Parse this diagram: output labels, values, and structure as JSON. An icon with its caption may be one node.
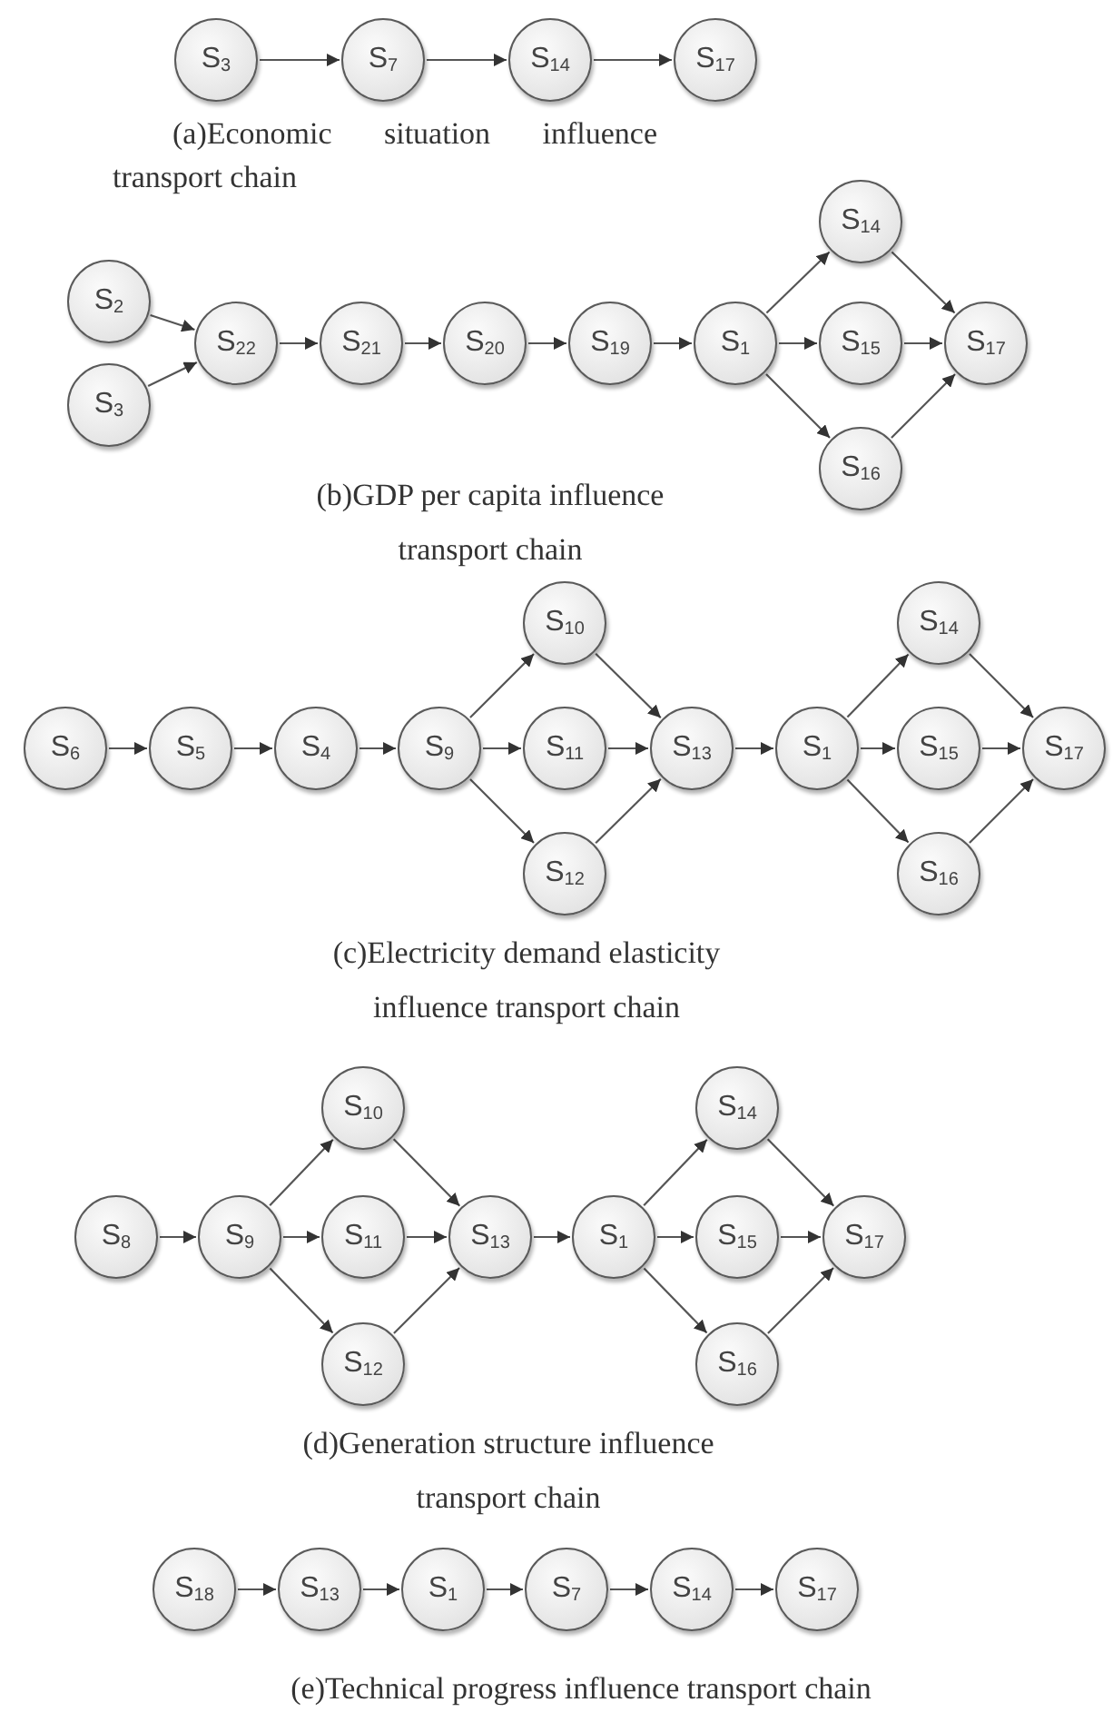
{
  "diagram": {
    "nodes": [
      {
        "text": [
          "S$_{3}$"
        ]
      },
      {
        "text": [
          "S$_{7}$"
        ]
      },
      {
        "text": [
          "S$_{14}$"
        ]
      },
      {
        "text": [
          "S$_{17}$"
        ]
      },
      {
        "text": [
          "S$_{2}$"
        ]
      },
      {
        "text": [
          "S$_{3}$"
        ]
      },
      {
        "text": [
          "S$_{22}$"
        ]
      },
      {
        "text": [
          "S$_{21}$"
        ]
      },
      {
        "text": [
          "S$_{20}$"
        ]
      },
      {
        "text": [
          "S$_{19}$"
        ]
      },
      {
        "text": [
          "S$_{1}$"
        ]
      },
      {
        "text": [
          "S$_{14}$"
        ]
      },
      {
        "text": [
          "S$_{15}$"
        ]
      },
      {
        "text": [
          "S$_{16}$"
        ]
      },
      {
        "text": [
          "S$_{17}$"
        ]
      },
      {
        "text": [
          "S$_{6}$"
        ]
      },
      {
        "text": [
          "S$_{5}$"
        ]
      },
      {
        "text": [
          "S$_{4}$"
        ]
      },
      {
        "text": [
          "S$_{9}$"
        ]
      },
      {
        "text": [
          "S$_{10}$"
        ]
      },
      {
        "text": [
          "S$_{11}$"
        ]
      },
      {
        "text": [
          "S$_{12}$"
        ]
      },
      {
        "text": [
          "S$_{13}$"
        ]
      },
      {
        "text": [
          "S$_{1}$"
        ]
      },
      {
        "text": [
          "S$_{14}$"
        ]
      },
      {
        "text": [
          "S$_{15}$"
        ]
      },
      {
        "text": [
          "S$_{16}$"
        ]
      },
      {
        "text": [
          "S$_{17}$"
        ]
      },
      {
        "text": [
          "S$_{8}$"
        ]
      },
      {
        "text": [
          "S$_{9}$"
        ]
      },
      {
        "text": [
          "S$_{10}$"
        ]
      },
      {
        "text": [
          "S$_{11}$"
        ]
      },
      {
        "text": [
          "S$_{12}$"
        ]
      },
      {
        "text": [
          "S$_{13}$"
        ]
      },
      {
        "text": [
          "S$_{1}$"
        ]
      },
      {
        "text": [
          "S$_{14}$"
        ]
      },
      {
        "text": [
          "S$_{15}$"
        ]
      },
      {
        "text": [
          "S$_{16}$"
        ]
      },
      {
        "text": [
          "S$_{17}$"
        ]
      },
      {
        "text": [
          "S$_{18}$"
        ]
      },
      {
        "text": [
          "S$_{13}$"
        ]
      },
      {
        "text": [
          "S$_{1}$"
        ]
      },
      {
        "text": [
          "S$_{7}$"
        ]
      },
      {
        "text": [
          "S$_{14}$"
        ]
      },
      {
        "text": [
          "S$_{17}$"
        ]
      }
    ],
    "edges": [
      {
        "from": 0,
        "to": 1,
        "arrow": "to"
      },
      {
        "from": 1,
        "to": 2,
        "arrow": "to"
      },
      {
        "from": 2,
        "to": 3,
        "arrow": "to"
      },
      {
        "from": 4,
        "to": 6,
        "arrow": "to"
      },
      {
        "from": 5,
        "to": 6,
        "arrow": "to"
      },
      {
        "from": 6,
        "to": 7,
        "arrow": "to"
      },
      {
        "from": 7,
        "to": 8,
        "arrow": "to"
      },
      {
        "from": 8,
        "to": 9,
        "arrow": "to"
      },
      {
        "from": 9,
        "to": 10,
        "arrow": "to"
      },
      {
        "from": 10,
        "to": 11,
        "arrow": "to"
      },
      {
        "from": 10,
        "to": 12,
        "arrow": "to"
      },
      {
        "from": 10,
        "to": 13,
        "arrow": "to"
      },
      {
        "from": 11,
        "to": 14,
        "arrow": "to"
      },
      {
        "from": 12,
        "to": 14,
        "arrow": "to"
      },
      {
        "from": 13,
        "to": 14,
        "arrow": "to"
      },
      {
        "from": 15,
        "to": 16,
        "arrow": "to"
      },
      {
        "from": 16,
        "to": 17,
        "arrow": "to"
      },
      {
        "from": 17,
        "to": 18,
        "arrow": "to"
      },
      {
        "from": 18,
        "to": 19,
        "arrow": "to"
      },
      {
        "from": 18,
        "to": 20,
        "arrow": "to"
      },
      {
        "from": 18,
        "to": 21,
        "arrow": "to"
      },
      {
        "from": 19,
        "to": 22,
        "arrow": "to"
      },
      {
        "from": 20,
        "to": 22,
        "arrow": "to"
      },
      {
        "from": 21,
        "to": 22,
        "arrow": "to"
      },
      {
        "from": 22,
        "to": 23,
        "arrow": "to"
      },
      {
        "from": 23,
        "to": 24,
        "arrow": "to"
      },
      {
        "from": 23,
        "to": 25,
        "arrow": "to"
      },
      {
        "from": 23,
        "to": 26,
        "arrow": "to"
      },
      {
        "from": 24,
        "to": 27,
        "arrow": "to"
      },
      {
        "from": 25,
        "to": 27,
        "arrow": "to"
      },
      {
        "from": 26,
        "to": 27,
        "arrow": "to"
      },
      {
        "from": 28,
        "to": 29,
        "arrow": "to"
      },
      {
        "from": 29,
        "to": 30,
        "arrow": "to"
      },
      {
        "from": 29,
        "to": 31,
        "arrow": "to"
      },
      {
        "from": 29,
        "to": 32,
        "arrow": "to"
      },
      {
        "from": 30,
        "to": 33,
        "arrow": "to"
      },
      {
        "from": 31,
        "to": 33,
        "arrow": "to"
      },
      {
        "from": 32,
        "to": 33,
        "arrow": "to"
      },
      {
        "from": 33,
        "to": 34,
        "arrow": "to"
      },
      {
        "from": 34,
        "to": 35,
        "arrow": "to"
      },
      {
        "from": 34,
        "to": 36,
        "arrow": "to"
      },
      {
        "from": 34,
        "to": 37,
        "arrow": "to"
      },
      {
        "from": 35,
        "to": 38,
        "arrow": "to"
      },
      {
        "from": 36,
        "to": 38,
        "arrow": "to"
      },
      {
        "from": 37,
        "to": 38,
        "arrow": "to"
      },
      {
        "from": 39,
        "to": 40,
        "arrow": "to"
      },
      {
        "from": 40,
        "to": 41,
        "arrow": "to"
      },
      {
        "from": 41,
        "to": 42,
        "arrow": "to"
      },
      {
        "from": 42,
        "to": 43,
        "arrow": "to"
      },
      {
        "from": 43,
        "to": 44,
        "arrow": "to"
      }
    ],
    "labels": [
      "(a)Economic situation influence transport chain",
      "(b)GDP per capita influence transport chain",
      "(c)Electricity demand elasticity influence transport chain",
      "(d)Generation structure influence transport chain",
      "(e)Technical progress influence transport chain"
    ]
  }
}
